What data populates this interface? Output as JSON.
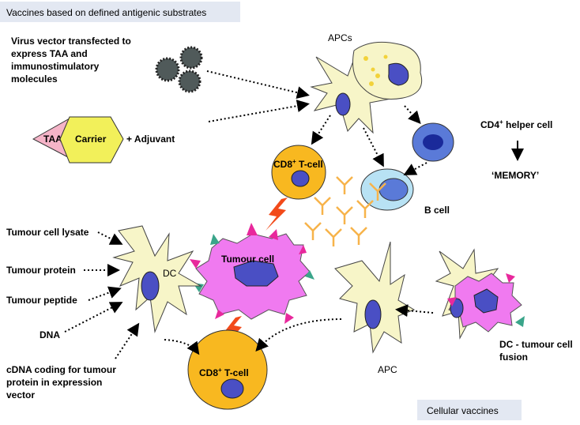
{
  "headers": {
    "top": "Vaccines based on defined antigenic substrates",
    "bottom": "Cellular vaccines"
  },
  "labels": {
    "virus_vector_1": "Virus vector transfected to",
    "virus_vector_2": "express TAA and",
    "virus_vector_3": "immunostimulatory",
    "virus_vector_4": "molecules",
    "taa": "TAA",
    "carrier": "Carrier",
    "adjuvant": "+ Adjuvant",
    "apcs": "APCs",
    "cd8_prefix": "CD8",
    "cd8_sup": "+",
    "cd8_suffix": " T-cell",
    "cd4_prefix": "CD4",
    "cd4_sup": "+",
    "cd4_suffix": " helper cell",
    "memory": "‘MEMORY’",
    "b_cell": "B cell",
    "tumour_cell": "Tumour cell",
    "dc": "DC",
    "apc": "APC",
    "lysate": "Tumour cell lysate",
    "protein": "Tumour protein",
    "peptide": "Tumour peptide",
    "dna": "DNA",
    "cdna_1": "cDNA coding for tumour",
    "cdna_2": "protein in expression",
    "cdna_3": "vector",
    "fusion_1": "DC - tumour cell",
    "fusion_2": "fusion"
  },
  "colors": {
    "dendritic": "#f7f5c8",
    "nucleus": "#4a4fc4",
    "tcell": "#f8b820",
    "bcell": "#5a7ad8",
    "tumour": "#f07af0",
    "antibody": "#f7b34a",
    "virus": "#505a5a",
    "hexagon": "#f2f05a",
    "taa": "#f5b4c8",
    "spike_green": "#3aa58a",
    "spike_magenta": "#e8289c",
    "bolt": "#f24a1a"
  }
}
